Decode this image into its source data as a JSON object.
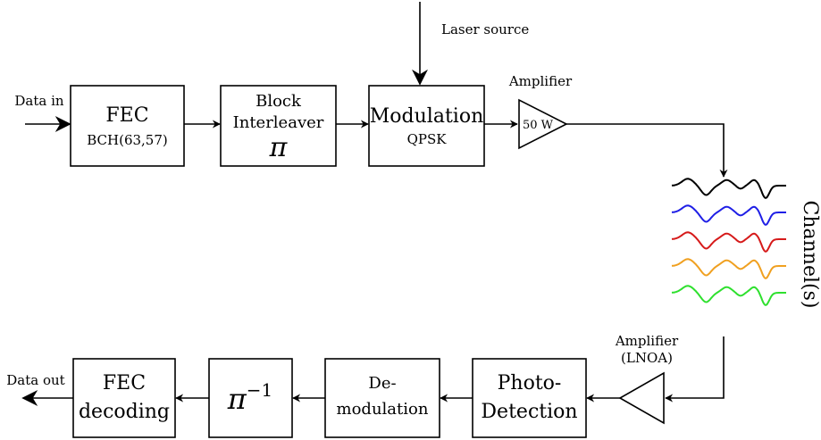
{
  "tx": {
    "input_label": "Data in",
    "laser_label": "Laser source",
    "fec": {
      "title": "FEC",
      "code": "BCH(63,57)"
    },
    "interleaver": {
      "line1": "Block",
      "line2": "Interleaver",
      "symbol": "π"
    },
    "modulation": {
      "title": "Modulation",
      "scheme": "QPSK"
    },
    "amplifier": {
      "label": "Amplifier",
      "power": "50 W"
    }
  },
  "channel": {
    "label": "Channel(s)",
    "colors": [
      "#000000",
      "#1f1fe6",
      "#d61a1a",
      "#f0a020",
      "#2ee02e"
    ]
  },
  "rx": {
    "amplifier": {
      "line1": "Amplifier",
      "line2": "(LNOA)"
    },
    "photodetection": {
      "line1": "Photo-",
      "line2": "Detection"
    },
    "demodulation": {
      "line1": "De-",
      "line2": "modulation"
    },
    "deinterleaver": {
      "symbol": "π",
      "exponent": "−1"
    },
    "fec": {
      "line1": "FEC",
      "line2": "decoding"
    },
    "output_label": "Data out"
  }
}
